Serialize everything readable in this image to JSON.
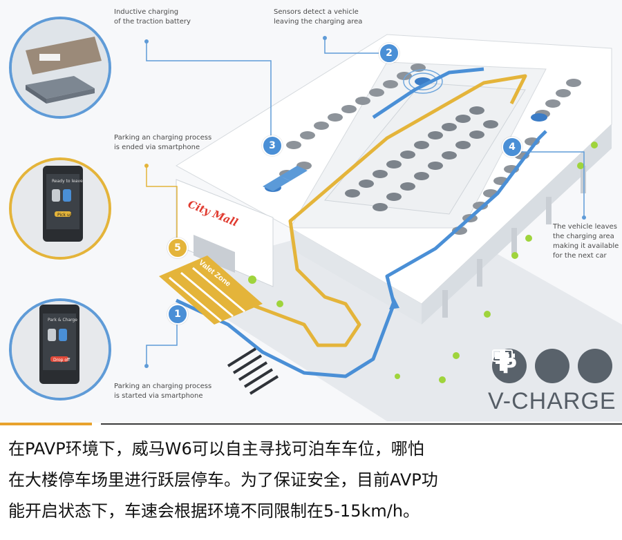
{
  "diagram": {
    "callouts": {
      "c1": "Inductive charging\nof the traction battery",
      "c2": "Sensors detect a vehicle\nleaving the charging area",
      "c3": "Parking an charging process\nis ended via smartphone",
      "c4": "The vehicle leaves\nthe charging area\nmaking it available\nfor the next car",
      "c5": "Parking an charging process\nis started via smartphone"
    },
    "badges": [
      "1",
      "2",
      "3",
      "4",
      "5"
    ],
    "building_sign": "City Mall",
    "valet_zone": "Valet Zone",
    "phone_top": {
      "title": "Ready to leave",
      "button": "Pick up"
    },
    "phone_bottom": {
      "title": "Park & Charge",
      "button": "Drop off"
    },
    "logo_p": "P",
    "logo_text": "V-CHARGE",
    "colors": {
      "blue": "#4a8fd6",
      "yellow": "#e4b43a",
      "accent": "#e8a22c"
    }
  },
  "caption": {
    "line1": "在PAVP环境下，威马W6可以自主寻找可泊车车位，哪怕",
    "line2": "在大楼停车场里进行跃层停车。为了保证安全，目前AVP功",
    "line3": "能开启状态下，车速会根据环境不同限制在5-15km/h。"
  }
}
